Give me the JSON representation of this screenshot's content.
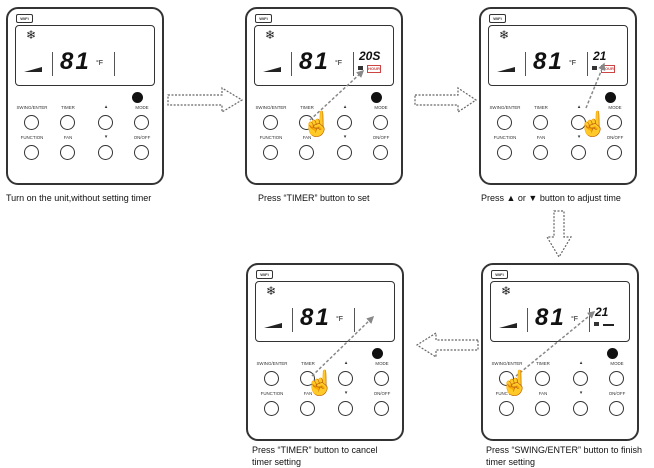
{
  "remote": {
    "wifi_label": "WiFi",
    "temperature": "81",
    "unit": "°F",
    "snow_glyph": "❄",
    "hand_glyph": "☝",
    "buttons": {
      "swing_enter": "SWING/ENTER",
      "timer": "TIMER",
      "up": "▲",
      "mode": "MODE",
      "function": "FUNCTION",
      "fan": "FAN",
      "down": "▼",
      "onoff": "ON/OFF"
    },
    "hour_badge": "HOUR"
  },
  "steps": [
    {
      "timer_value": "",
      "caption_line1": "Turn on the unit,without setting timer",
      "caption_line2": ""
    },
    {
      "timer_value": "20S",
      "caption_line1": "Press “TIMER” button to set",
      "caption_line2": ""
    },
    {
      "timer_value": "21",
      "caption_line1": "Press ▲ or ▼ button to adjust time",
      "caption_line2": ""
    },
    {
      "timer_value": "21",
      "caption_line1": "Press “SWING/ENTER” button to finish",
      "caption_line2": "timer setting"
    },
    {
      "timer_value": "",
      "caption_line1": "Press “TIMER” button to cancel",
      "caption_line2": "timer setting"
    }
  ]
}
